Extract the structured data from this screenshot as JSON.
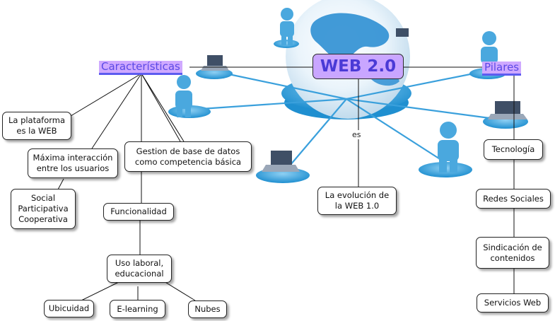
{
  "title": "WEB 2.0",
  "left_heading": "Características",
  "right_heading": "Pilares",
  "link_label": "es",
  "nodes": {
    "plataforma": "La plataforma\nes la WEB",
    "interaccion": "Máxima interacción\nentre los  usuarios",
    "gestion": "Gestion de  base  de datos\ncomo competencia básica",
    "social": "Social\nParticipativa\nCooperativa",
    "funcionalidad": "Funcionalidad",
    "uso": "Uso laboral,\neducacional",
    "ubicuidad": "Ubicuidad",
    "elearning": "E-learning",
    "nubes": "Nubes",
    "evolucion": "La evolución de\nla WEB 1.0",
    "tecnologia": "Tecnología",
    "redes": "Redes Sociales",
    "sindicacion": "Sindicación de\ncontenidos",
    "servicios": "Servicios Web"
  },
  "colors": {
    "highlight": "#cfa9ff",
    "heading_text": "#5b49e6",
    "globe": "#3a9fd8",
    "figure": "#4aa8de"
  }
}
